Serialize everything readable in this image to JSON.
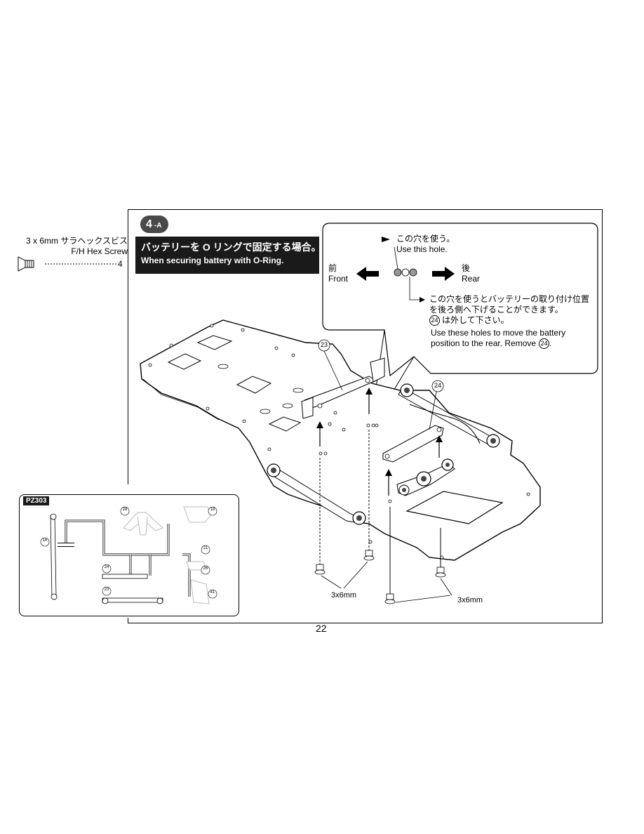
{
  "hardware": {
    "name_jp": "3 x 6mm サラヘックスビス",
    "name_en": "F/H Hex Screw",
    "quantity": "4"
  },
  "step": {
    "number": "4",
    "suffix": "-A"
  },
  "title": {
    "jp": "バッテリーを O リングで固定する場合。",
    "en": "When securing battery with O-Ring."
  },
  "callout": {
    "use_hole_jp": "この穴を使う。",
    "use_hole_en": "Use this hole.",
    "front_jp": "前",
    "front_en": "Front",
    "rear_jp": "後",
    "rear_en": "Rear",
    "alt_line1_jp": "この穴を使うとバッテリーの取り付け位置",
    "alt_line2_jp": "を後ろ側へ下げることができます。",
    "alt_line3_num": "24",
    "alt_line3_jp": "は外して下さい。",
    "alt_line1_en": "Use these holes to move the battery",
    "alt_line2_en": "position to the rear. Remove",
    "alt_line2_num": "24"
  },
  "part_labels": {
    "p23": "23",
    "p24": "24"
  },
  "screw_dims": {
    "left": "3x6mm",
    "right": "3x6mm"
  },
  "parts_tree": {
    "code": "PZ303",
    "labels": [
      "16",
      "28",
      "18",
      "21",
      "24",
      "23",
      "26",
      "41"
    ]
  },
  "page_number": "22"
}
